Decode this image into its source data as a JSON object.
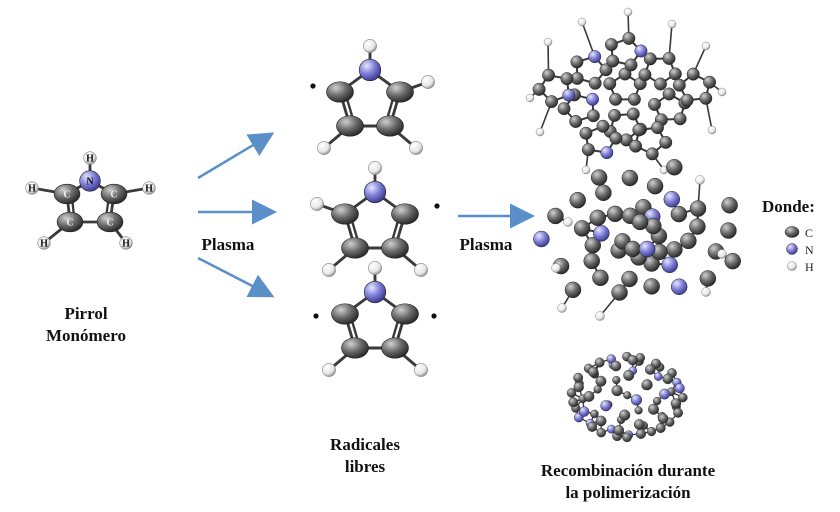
{
  "labels": {
    "pirrol_line1": "Pirrol",
    "pirrol_line2": "Monómero",
    "plasma_left": "Plasma",
    "plasma_right": "Plasma",
    "radicales_line1": "Radicales",
    "radicales_line2": "libres",
    "recomb_line1": "Recombinación durante",
    "recomb_line2": "la polimerización"
  },
  "monomer_atoms": {
    "h_top": "H",
    "h_left": "H",
    "h_right": "H",
    "c_left": "C",
    "c_right": "C",
    "c_bottom_left": "C",
    "c_bottom_right": "C",
    "n": "N",
    "h_bottom_left": "H",
    "h_bottom_right": "H"
  },
  "legend": {
    "title": "Donde:",
    "items": [
      {
        "key": "c",
        "label": "C",
        "color": "#5a5a5a"
      },
      {
        "key": "n",
        "label": "N",
        "color": "#7d7dd6"
      },
      {
        "key": "h",
        "label": "H",
        "color": "#f2f2f2"
      }
    ]
  },
  "colors": {
    "carbon": "#5a5a5a",
    "nitrogen": "#7d7dd6",
    "hydrogen": "#f2f2f2",
    "arrow": "#5b8fc7",
    "bond": "#3a3a3a"
  }
}
